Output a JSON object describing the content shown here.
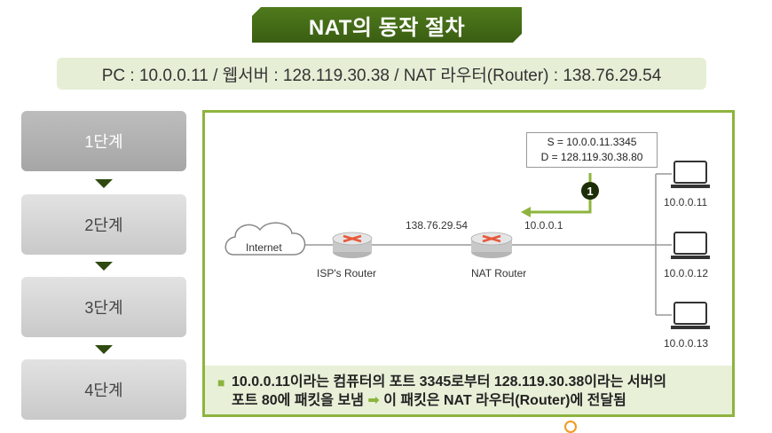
{
  "title": "NAT의 동작 절차",
  "info": "PC : 10.0.0.11 / 웹서버 : 128.119.30.38 / NAT 라우터(Router) : 138.76.29.54",
  "steps": [
    {
      "label": "1단계",
      "active": true
    },
    {
      "label": "2단계",
      "active": false
    },
    {
      "label": "3단계",
      "active": false
    },
    {
      "label": "4단계",
      "active": false
    }
  ],
  "diagram": {
    "packet": {
      "source": "S = 10.0.0.11.3345",
      "dest": "D = 128.119.30.38.80"
    },
    "step_badge": "1",
    "internet_label": "Internet",
    "isp_router_label": "ISP's Router",
    "nat_router_label": "NAT Router",
    "nat_public_ip": "138.76.29.54",
    "nat_private_ip": "10.0.0.1",
    "pcs": [
      "10.0.0.11",
      "10.0.0.12",
      "10.0.0.13"
    ]
  },
  "description": {
    "line1": "10.0.0.11이라는 컴퓨터의 포트 3345로부터 128.119.30.38이라는 서버의",
    "line2_a": "포트 80에 패킷을 보냄",
    "line2_b": "이 패킷은 NAT 라우터(Router)에 전달됨"
  },
  "colors": {
    "accent": "#8db43e",
    "banner": "#3f6515",
    "router": "#e8583b"
  }
}
